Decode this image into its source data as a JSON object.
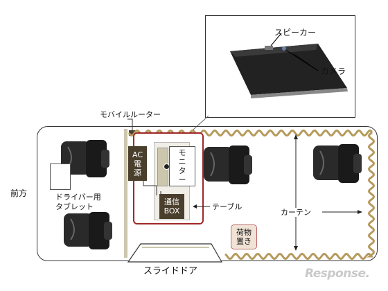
{
  "labels": {
    "speaker": "スピーカー",
    "camera": "カメラ",
    "mobile_router": "モバイルルーター",
    "front": "前方",
    "driver_tablet_line1": "ドライバー用",
    "driver_tablet_line2": "タブレット",
    "ac_power_line1": "AC",
    "ac_power_line2": "電",
    "ac_power_line3": "源",
    "monitor_chars": [
      "モ",
      "ニ",
      "タ",
      "ー"
    ],
    "comm_box_line1": "通信",
    "comm_box_line2": "BOX",
    "table": "テーブル",
    "curtain": "カーテン",
    "luggage_line1": "荷物",
    "luggage_line2": "置き",
    "sliding_door": "スライドドア",
    "watermark": "Response."
  },
  "colors": {
    "dark_box": "#4a3f2c",
    "beige": "#cbc6ac",
    "curtain": "#b69a5c",
    "table_border": "#a02828",
    "luggage_fill": "#f0e3d6",
    "luggage_border": "#b96a6a"
  }
}
